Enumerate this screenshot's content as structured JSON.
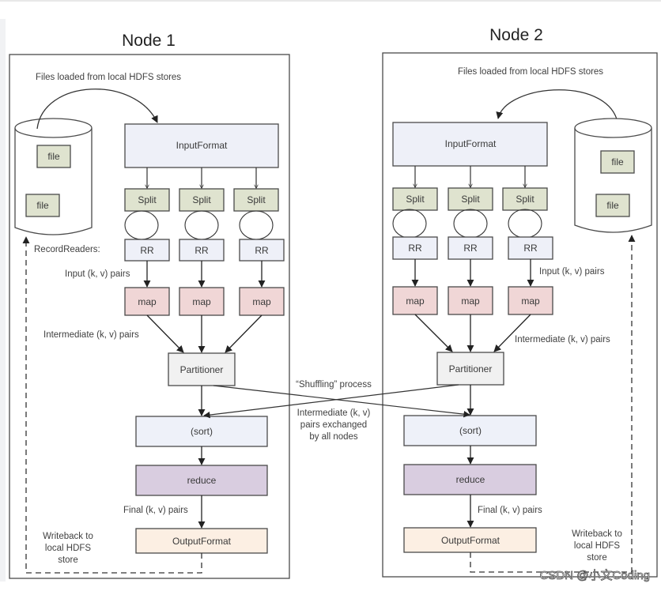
{
  "nodes": [
    {
      "title": "Node 1",
      "files_label": "Files loaded from local HDFS stores",
      "files": [
        "file",
        "file"
      ],
      "input_format": "InputFormat",
      "splits": [
        "Split",
        "Split",
        "Split"
      ],
      "record_readers_label": "RecordReaders:",
      "record_readers": [
        "RR",
        "RR",
        "RR"
      ],
      "input_pairs_label": "Input (k, v) pairs",
      "maps": [
        "map",
        "map",
        "map"
      ],
      "intermediate_label": "Intermediate (k, v) pairs",
      "partitioner": "Partitioner",
      "sort": "(sort)",
      "reduce": "reduce",
      "final_label": "Final (k, v) pairs",
      "output_format": "OutputFormat",
      "writeback_label": [
        "Writeback to",
        "local HDFS",
        "store"
      ]
    },
    {
      "title": "Node 2",
      "files_label": "Files loaded from local HDFS stores",
      "files": [
        "file",
        "file"
      ],
      "input_format": "InputFormat",
      "splits": [
        "Split",
        "Split",
        "Split"
      ],
      "record_readers": [
        "RR",
        "RR",
        "RR"
      ],
      "input_pairs_label": "Input (k, v) pairs",
      "maps": [
        "map",
        "map",
        "map"
      ],
      "intermediate_label": "Intermediate (k, v) pairs",
      "partitioner": "Partitioner",
      "sort": "(sort)",
      "reduce": "reduce",
      "final_label": "Final (k, v) pairs",
      "output_format": "OutputFormat",
      "writeback_label": [
        "Writeback to",
        "local HDFS",
        "store"
      ]
    }
  ],
  "shuffle": {
    "title": "“Shuffling” process",
    "description": [
      "Intermediate (k, v)",
      "pairs exchanged",
      "by all nodes"
    ]
  },
  "watermark": "CSDN @小文Coding",
  "colors": {
    "input_format": "#eef0f8",
    "split": "#dfe3cf",
    "file": "#dfe3cf",
    "rr": "#eef0f8",
    "map": "#f0d6d6",
    "partitioner": "#f1f1f1",
    "sort": "#eef1f9",
    "reduce": "#d9cde0",
    "output_format": "#fcefe3",
    "stroke": "#4a4a4a"
  }
}
